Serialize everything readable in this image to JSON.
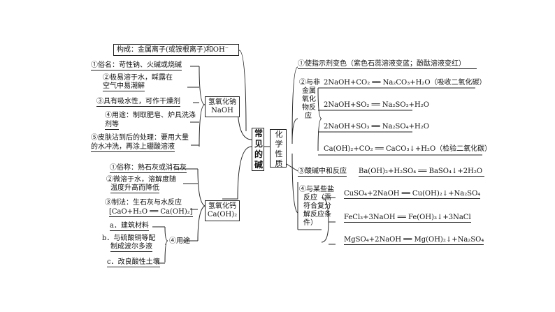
{
  "center": {
    "label": [
      "常",
      "见",
      "的",
      "碱"
    ]
  },
  "right_hub": {
    "label": [
      "化",
      "学",
      "性",
      "质"
    ]
  },
  "top_composition": "构成：金属离子(或铵根离子)和OH⁻",
  "naoh": {
    "box_label": [
      "氢氧化钠",
      "NaOH"
    ],
    "items": [
      [
        "①俗名：苛性钠、火碱或烧碱"
      ],
      [
        "②极易溶于水，睬露在",
        "空气中易潮解"
      ],
      [
        "③具有吸水性，可作干燥剂"
      ],
      [
        "④用途：制取肥皂、炉具洗涤",
        "剂等"
      ],
      [
        "⑤皮肤沾到后的处理：要用大量",
        "的水冲洗，再涂上硼酸溶液"
      ]
    ]
  },
  "caoh2": {
    "box_label": [
      "氢氧化钙",
      "Ca(OH)₂"
    ],
    "items": [
      [
        "①俗称：熟石灰或消石灰"
      ],
      [
        "②微溶于水，溶解度随",
        "温度升高而降低"
      ],
      [
        "③制法：生石灰与水反应",
        "[CaO+H₂O ══ Ca(OH)₂]"
      ]
    ],
    "use_label": "④用途",
    "uses": [
      [
        "a．建筑材料"
      ],
      [
        "b．与硫酸铜等配",
        "制成波尔多液"
      ],
      [
        "c．改良酸性土壤"
      ]
    ]
  },
  "properties": {
    "p1": "①使指示剂变色（紫色石蕊溶液变蓝；酚酞溶液变红）",
    "p2_label": [
      "②与非",
      "金属",
      "氧化",
      "物反",
      "应"
    ],
    "p2_items": [
      "2NaOH+CO₂ ══ Na₂CO₃+H₂O（吸收二氧化碳）",
      "2NaOH+SO₂ ══ Na₂SO₃+H₂O",
      "2NaOH+SO₃ ══ Na₂SO₄+H₂O",
      "Ca(OH)₂+CO₂ ══ CaCO₃↓+H₂O（检验二氧化碳）"
    ],
    "p3_label": "③酸碱中和反应",
    "p3_eq": "Ba(OH)₂+H₂SO₄ ══ BaSO₄↓+2H₂O",
    "p4_label": [
      "④与某些盐",
      "反应（需",
      "符合复分",
      "解反应条",
      "件）"
    ],
    "p4_items": [
      "CuSO₄+2NaOH ══ Cu(OH)₂↓+Na₂SO₄",
      "FeCl₃+3NaOH ══ Fe(OH)₃↓+3NaCl",
      "MgSO₄+2NaOH ══ Mg(OH)₂↓+Na₂SO₄"
    ]
  }
}
